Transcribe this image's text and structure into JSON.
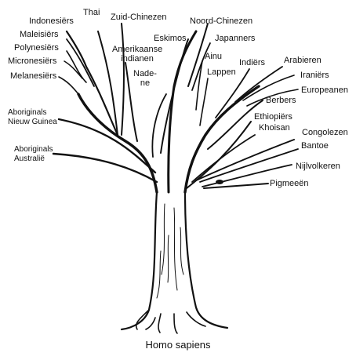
{
  "diagram": {
    "caption": "Homo sapiens",
    "labels": {
      "thai": "Thai",
      "zuid_chinezen": "Zuid-Chinezen",
      "noord_chinezen": "Noord-Chinezen",
      "indonesiers": "Indonesiërs",
      "maleisiers": "Maleisiërs",
      "polynesiers": "Polynesiërs",
      "micronesiers": "Micronesiërs",
      "melanesiers": "Melanesiërs",
      "eskimos": "Eskimos",
      "japanners": "Japanners",
      "amerikaanse_indianen": "Amerikaanse\nindianen",
      "ainu": "Ainu",
      "nadene": "Nade-\nne",
      "lappen": "Lappen",
      "indiers": "Indiërs",
      "arabieren": "Arabieren",
      "iraniers": "Iraniërs",
      "europeanen": "Europeanen",
      "berbers": "Berbers",
      "ethiopiers": "Ethiopiërs",
      "khoisan": "Khoisan",
      "congolezen": "Congolezen",
      "bantoe": "Bantoe",
      "nijlvolkeren": "Nijlvolkeren",
      "pigmeeen": "Pigmeeën",
      "aboriginals_nieuw_guinea": "Aboriginals\nNieuw Guinea",
      "aboriginals_australie": "Aboriginals\nAustralië"
    },
    "colors": {
      "ink": "#111111",
      "bark_fill": "#ffffff",
      "background": "#ffffff"
    }
  }
}
